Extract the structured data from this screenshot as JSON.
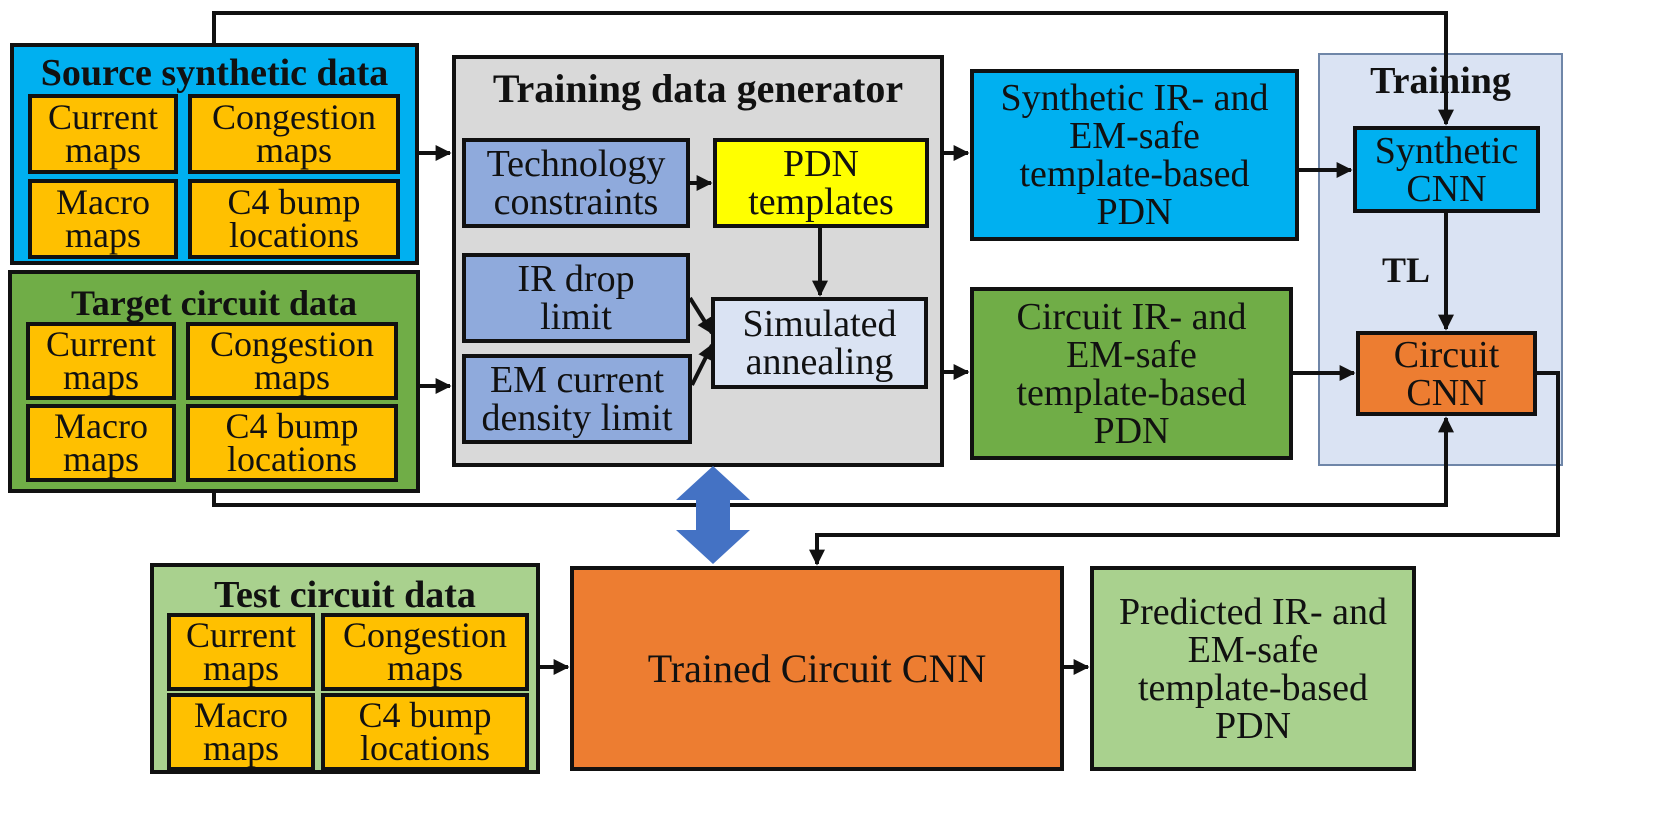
{
  "colors": {
    "source_bg": "#00b0f0",
    "target_bg": "#70ad47",
    "test_bg": "#a9d18e",
    "cell_bg": "#ffc000",
    "generator_bg": "#d9d9d9",
    "constraint_bg": "#8faadc",
    "pdn_templates_bg": "#ffff00",
    "sa_bg": "#dae3f3",
    "training_bg": "#dae3f3",
    "circuit_cnn_bg": "#ed7d31",
    "bidirectional_arrow": "#4472c4"
  },
  "source": {
    "title": "Source synthetic data",
    "current": "Current\nmaps",
    "congestion": "Congestion\nmaps",
    "macro": "Macro\nmaps",
    "c4": "C4 bump\nlocations"
  },
  "target": {
    "title": "Target circuit data",
    "current": "Current\nmaps",
    "congestion": "Congestion\nmaps",
    "macro": "Macro\nmaps",
    "c4": "C4 bump\nlocations"
  },
  "test": {
    "title": "Test circuit data",
    "current": "Current\nmaps",
    "congestion": "Congestion\nmaps",
    "macro": "Macro\nmaps",
    "c4": "C4 bump\nlocations"
  },
  "generator": {
    "title": "Training data generator",
    "tech": "Technology\nconstraints",
    "pdn": "PDN\ntemplates",
    "ir": "IR drop\nlimit",
    "em": "EM current\ndensity limit",
    "sa": "Simulated\nannealing"
  },
  "outputs": {
    "synthetic": "Synthetic IR- and\nEM-safe\ntemplate-based\nPDN",
    "circuit": "Circuit IR- and\nEM-safe\ntemplate-based\nPDN",
    "predicted": "Predicted IR- and\nEM-safe\ntemplate-based\nPDN"
  },
  "training": {
    "title": "Training",
    "synthetic_cnn": "Synthetic\nCNN",
    "circuit_cnn": "Circuit\nCNN",
    "tl": "TL"
  },
  "trained": {
    "label": "Trained Circuit CNN"
  }
}
